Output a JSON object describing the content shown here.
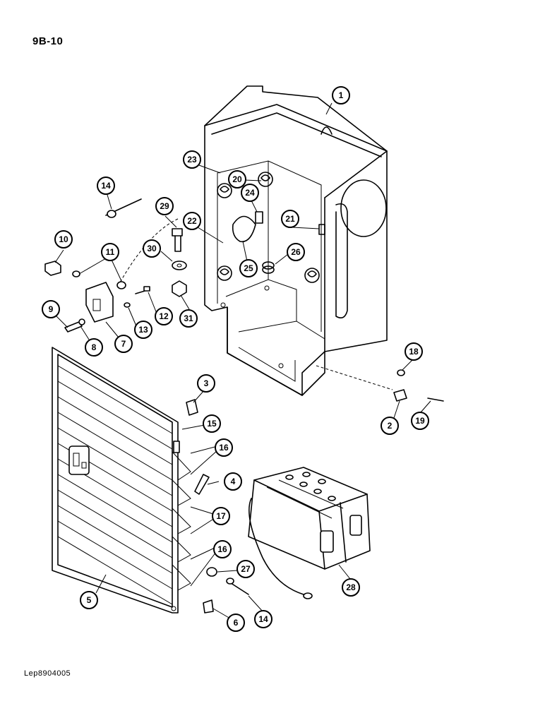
{
  "page": {
    "code": "9B-10",
    "reference": "Lep8904005"
  },
  "callouts": [
    {
      "id": "c1",
      "label": "1"
    },
    {
      "id": "c2",
      "label": "2"
    },
    {
      "id": "c3",
      "label": "3"
    },
    {
      "id": "c4",
      "label": "4"
    },
    {
      "id": "c5",
      "label": "5"
    },
    {
      "id": "c6",
      "label": "6"
    },
    {
      "id": "c7",
      "label": "7"
    },
    {
      "id": "c8",
      "label": "8"
    },
    {
      "id": "c9",
      "label": "9"
    },
    {
      "id": "c10",
      "label": "10"
    },
    {
      "id": "c11",
      "label": "11"
    },
    {
      "id": "c12",
      "label": "12"
    },
    {
      "id": "c13",
      "label": "13"
    },
    {
      "id": "c14a",
      "label": "14"
    },
    {
      "id": "c14b",
      "label": "14"
    },
    {
      "id": "c15",
      "label": "15"
    },
    {
      "id": "c16a",
      "label": "16"
    },
    {
      "id": "c16b",
      "label": "16"
    },
    {
      "id": "c17",
      "label": "17"
    },
    {
      "id": "c18",
      "label": "18"
    },
    {
      "id": "c19",
      "label": "19"
    },
    {
      "id": "c20",
      "label": "20"
    },
    {
      "id": "c21",
      "label": "21"
    },
    {
      "id": "c22",
      "label": "22"
    },
    {
      "id": "c23",
      "label": "23"
    },
    {
      "id": "c24",
      "label": "24"
    },
    {
      "id": "c25",
      "label": "25"
    },
    {
      "id": "c26",
      "label": "26"
    },
    {
      "id": "c27",
      "label": "27"
    },
    {
      "id": "c28",
      "label": "28"
    },
    {
      "id": "c29",
      "label": "29"
    },
    {
      "id": "c30",
      "label": "30"
    },
    {
      "id": "c31",
      "label": "31"
    }
  ]
}
